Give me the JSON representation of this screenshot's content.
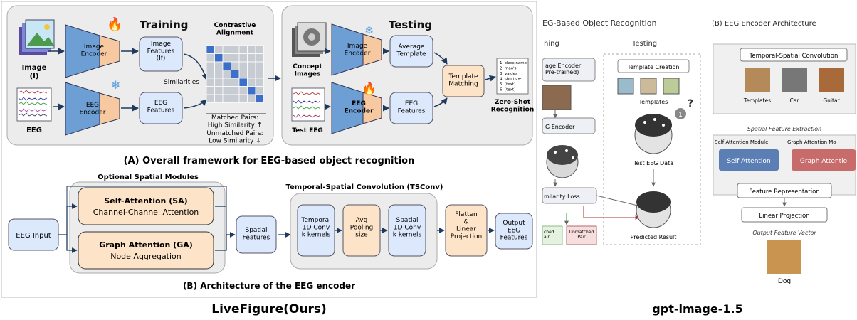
{
  "left_panel": {
    "training": {
      "title": "Training",
      "image_label": "Image",
      "image_sub": "(I)",
      "image_encoder": "Image\nEncoder",
      "image_features": "Image\nFeatures\n(If)",
      "eeg_label": "EEG",
      "eeg_encoder": "EEG\nEncoder",
      "eeg_features": "EEG\nFeatures",
      "similarities": "Similarities",
      "contrastive": "Contrastive\nAlignment",
      "matched": "Matched Pairs:\nHigh Similarity ↑",
      "unmatched": "Unmatched Pairs:\nLow Similarity ↓"
    },
    "testing": {
      "title": "Testing",
      "concept_images": "Concept\nImages",
      "image_encoder": "Image\nEncoder",
      "average_template": "Average\nTemplate",
      "test_eeg": "Test EEG",
      "eeg_encoder": "EEG\nEncoder",
      "eeg_features": "EEG\nFeatures",
      "template_matching": "Template\nMatching",
      "class_list": [
        "1. class name",
        "2. mao's",
        "3. valdes",
        "4. shorts ←",
        "5. [text]",
        "6. [text]"
      ],
      "zero_shot": "Zero-Shot\nRecognition"
    },
    "caption_a": "(A) Overall framework for EEG-based object recognition",
    "architecture": {
      "optional_title": "Optional Spatial Modules",
      "eeg_input": "EEG Input",
      "sa_title": "Self-Attention (SA)",
      "sa_sub": "Channel-Channel Attention",
      "ga_title": "Graph Attention (GA)",
      "ga_sub": "Node Aggregation",
      "spatial_features": "Spatial\nFeatures",
      "tsconv_title": "Temporal-Spatial Convolution (TSConv)",
      "temporal_conv": "Temporal\n1D Conv\nk kernels",
      "avg_pool": "Avg\nPooling\nsize",
      "spatial_conv": "Spatial\n1D Conv\nk kernels",
      "flatten": "Flatten\n&\nLinear\nProjection",
      "output": "Output\nEEG\nFeatures"
    },
    "caption_b": "(B) Architecture of the EEG encoder",
    "footer": "LiveFigure(Ours)"
  },
  "right_panel": {
    "section_a_title": "EG-Based Object Recognition",
    "col_training": "ning",
    "col_testing": "Testing",
    "image_encoder": "age Encoder\nPre-trained)",
    "eeg_encoder": "G Encoder",
    "similarity_loss": "milarity Loss",
    "matched_pair": "ched\nair",
    "unmatched_pair": "Unmatched\nPair",
    "template_creation": "Template Creation",
    "templates": "Templates",
    "test_eeg_data": "Test EEG Data",
    "predicted_result": "Predicted Result",
    "badge": "1",
    "section_b_title": "(B) EEG Encoder Architecture",
    "tsconv": "Temporal-Spatial Convolution",
    "thumb_labels": [
      "Templates",
      "Car",
      "Guitar"
    ],
    "spatial_extraction": "Spatial Feature Extraction",
    "self_attention_module": "Self Attention Module",
    "graph_attention_module": "Graph Attention Mo",
    "self_attention": "Self Attention",
    "graph_attention": "Graph Attentio",
    "feature_representation": "Feature Representation",
    "linear_projection": "Linear Projection",
    "output_vector": "Output Feature Vector",
    "dog": "Dog",
    "footer": "gpt-image-1.5"
  },
  "colors": {
    "encoder_blue": "#6e9fd4",
    "encoder_orange": "#f7c9a0",
    "box_blue": "#dce8fb",
    "box_orange": "#fde3c8",
    "panel_gray": "#ececec",
    "arrow_dark": "#1f3a5c",
    "sa_blue": "#5b7fb5",
    "ga_red": "#c76b6b"
  }
}
